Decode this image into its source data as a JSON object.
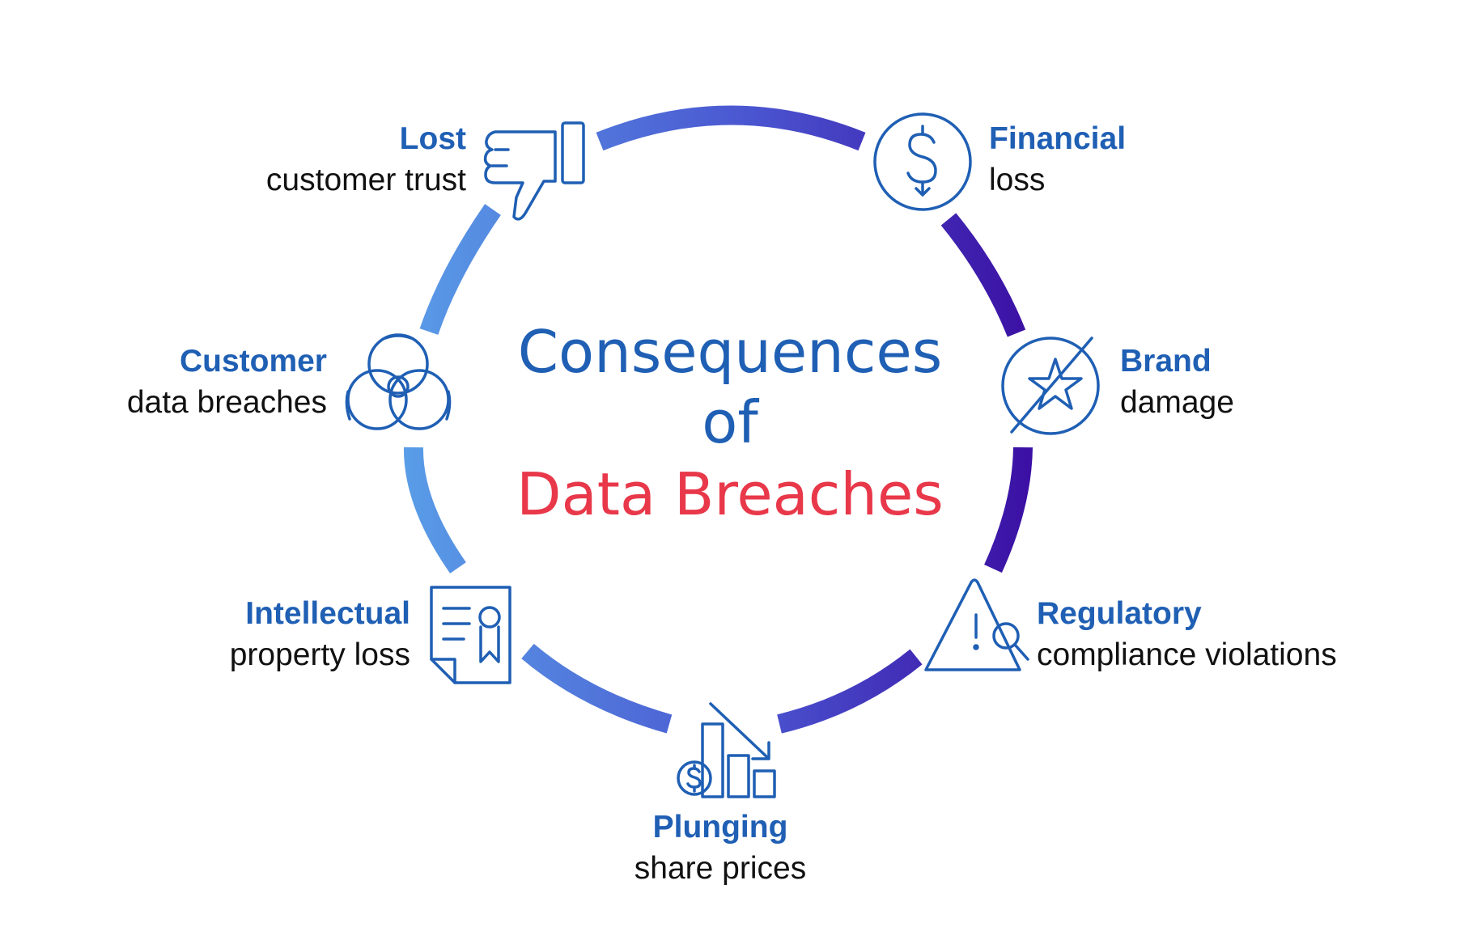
{
  "title": {
    "line1": "Consequences",
    "line2": "of",
    "line3": "Data Breaches"
  },
  "items": [
    {
      "head": "Lost",
      "sub": "customer trust",
      "icon": "thumbs-down-icon"
    },
    {
      "head": "Financial",
      "sub": "loss",
      "icon": "dollar-coin-down-icon"
    },
    {
      "head": "Brand",
      "sub": "damage",
      "icon": "broken-star-icon"
    },
    {
      "head": "Regulatory",
      "sub": "compliance violations",
      "icon": "warning-search-icon"
    },
    {
      "head": "Plunging",
      "sub": "share prices",
      "icon": "falling-chart-icon"
    },
    {
      "head": "Intellectual",
      "sub": "property loss",
      "icon": "certificate-document-icon"
    },
    {
      "head": "Customer",
      "sub": "data breaches",
      "icon": "overlapping-circles-icon"
    }
  ],
  "colors": {
    "blue": "#1f5fb4",
    "red": "#e8384a",
    "ring_light": "#5aa0e8",
    "ring_mid": "#4a55d0",
    "ring_dark": "#3a0aa0"
  }
}
